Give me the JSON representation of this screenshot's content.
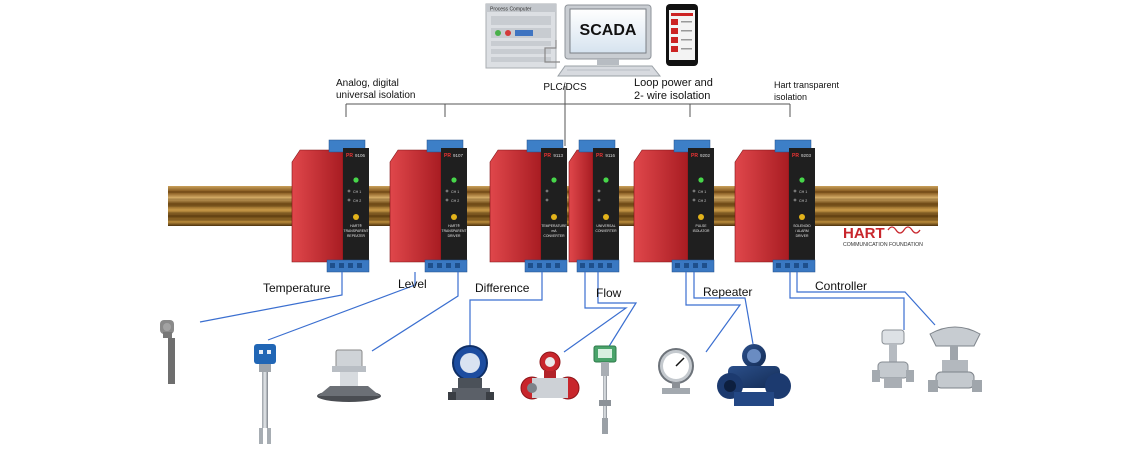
{
  "top": {
    "computer_header": "Process Computer",
    "scada_label": "SCADA",
    "plc_label": "PLC/DCS"
  },
  "callouts": {
    "analog_line1": "Analog, digital",
    "analog_line2": "universal isolation",
    "loop_line1": "Loop power and",
    "loop_line2": "2- wire isolation",
    "hart_line1": "Hart transparent",
    "hart_line2": "isolation"
  },
  "hart_logo": {
    "name": "HART",
    "tagline": "COMMUNICATION FOUNDATION"
  },
  "modules": [
    {
      "brand": "PR",
      "code": "9106",
      "caption": [
        "HART®",
        "TRANSPARENT",
        "REPEATER"
      ],
      "leds": [
        "CH 1",
        "CH 2"
      ]
    },
    {
      "brand": "PR",
      "code": "9107",
      "caption": [
        "HART®",
        "TRANSPARENT",
        "DRIVER"
      ],
      "leds": [
        "CH 1",
        "CH 2"
      ]
    },
    {
      "brand": "PR",
      "code": "9113",
      "caption": [
        "TEMPERATURE",
        "mA",
        "CONVERTER"
      ],
      "leds": [
        "",
        ""
      ]
    },
    {
      "brand": "PR",
      "code": "9116",
      "caption": [
        "UNIVERSAL",
        "CONVERTER"
      ],
      "leds": [
        "",
        ""
      ]
    },
    {
      "brand": "PR",
      "code": "9202",
      "caption": [
        "PULSE",
        "ISOLATOR"
      ],
      "leds": [
        "CH 1",
        "CH 2"
      ]
    },
    {
      "brand": "PR",
      "code": "9203",
      "caption": [
        "SOLENOID",
        "/ ALARM",
        "DRIVER"
      ],
      "leds": [
        "CH 1",
        "CH 2"
      ]
    }
  ],
  "categories": {
    "temperature": "Temperature",
    "level": "Level",
    "difference": "Difference",
    "flow": "Flow",
    "repeater": "Repeater",
    "controller": "Controller"
  },
  "colors": {
    "module_red": "#c8262c",
    "module_dark": "#1f1f1f",
    "terminal_blue": "#3a78c2",
    "wire_blue": "#3b6fd0",
    "rail_copper": "#a5721f"
  }
}
